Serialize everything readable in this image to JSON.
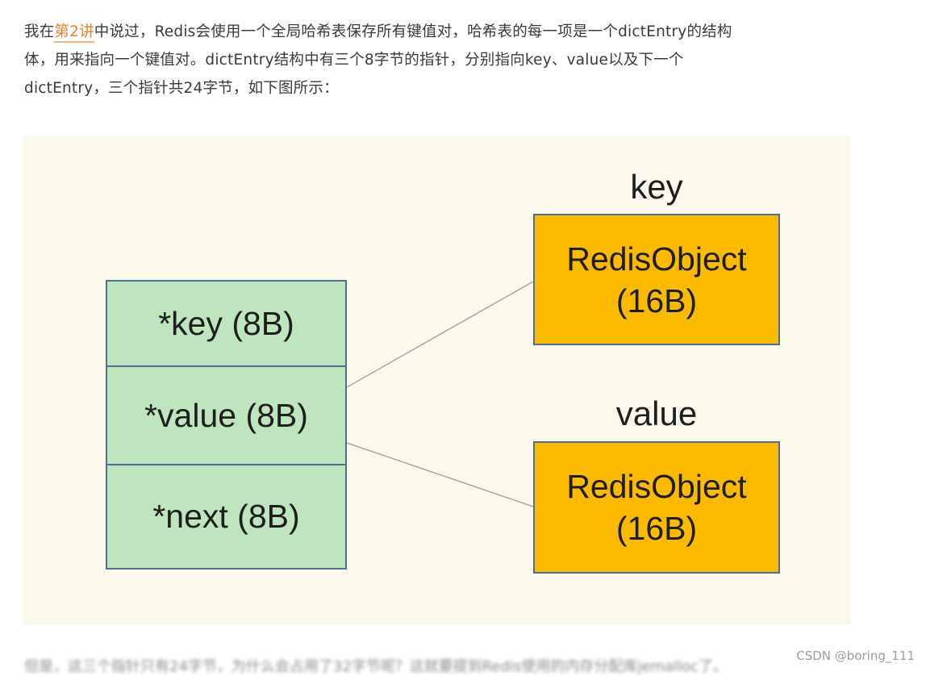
{
  "article": {
    "line1_before": "我在",
    "line1_link": "第2讲",
    "line1_after": "中说过，Redis会使用一个全局哈希表保存所有键值对，哈希表的每一项是一个dictEntry的结构",
    "line2": "体，用来指向一个键值对。dictEntry结构中有三个8字节的指针，分别指向key、value以及下一个",
    "line3": "dictEntry，三个指针共24字节，如下图所示：",
    "cut_off_line": "但是，这三个指针只有24字节，为什么会占用了32字节呢？这就要提到Redis使用的内存分配库jemalloc了。"
  },
  "diagram": {
    "entry_fields": [
      "*key (8B)",
      "*value (8B)",
      "*next (8B)"
    ],
    "key_title": "key",
    "value_title": "value",
    "key_object": {
      "line1": "RedisObject",
      "line2": "(16B)"
    },
    "value_object": {
      "line1": "RedisObject",
      "line2": "(16B)"
    },
    "colors": {
      "background": "#fbf8ec",
      "entry_fill": "#bfe5be",
      "object_fill": "#fbba00",
      "border": "#4d6f93",
      "connector": "#a7a7a7"
    }
  },
  "watermark": "CSDN @boring_111"
}
